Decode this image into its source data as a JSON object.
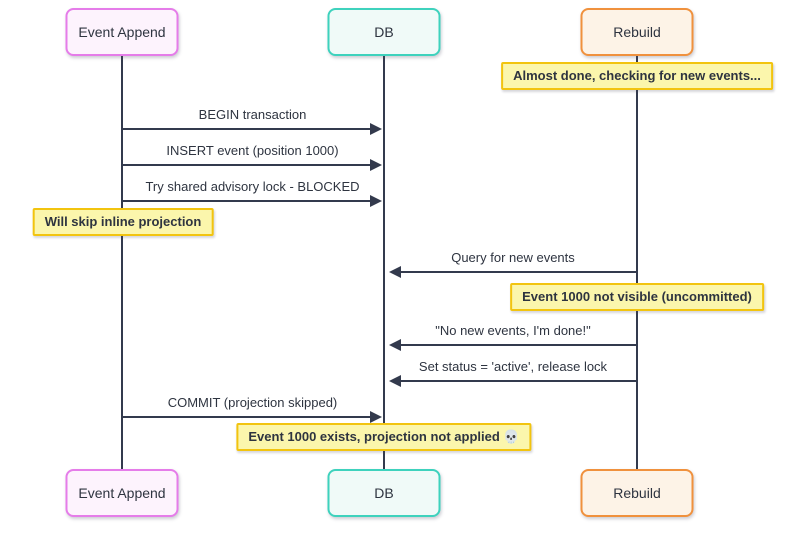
{
  "diagram": {
    "type": "sequence",
    "actors": [
      {
        "name": "Event Append",
        "color_role": "pink"
      },
      {
        "name": "DB",
        "color_role": "teal"
      },
      {
        "name": "Rebuild",
        "color_role": "orange"
      }
    ],
    "messages": [
      {
        "label": "BEGIN transaction",
        "from": "Event Append",
        "to": "DB"
      },
      {
        "label": "INSERT event (position 1000)",
        "from": "Event Append",
        "to": "DB"
      },
      {
        "label": "Try shared advisory lock - BLOCKED",
        "from": "Event Append",
        "to": "DB"
      },
      {
        "label": "Query for new events",
        "from": "Rebuild",
        "to": "DB"
      },
      {
        "label": "\"No new events, I'm done!\"",
        "from": "Rebuild",
        "to": "DB"
      },
      {
        "label": "Set status = 'active', release lock",
        "from": "Rebuild",
        "to": "DB"
      },
      {
        "label": "COMMIT (projection skipped)",
        "from": "Event Append",
        "to": "DB"
      }
    ],
    "notes": [
      {
        "text": "Almost done, checking for new events...",
        "over": "Rebuild"
      },
      {
        "text": "Will skip inline projection",
        "over": "Event Append"
      },
      {
        "text": "Event 1000 not visible (uncommitted)",
        "over": "Rebuild"
      },
      {
        "text": "Event 1000 exists, projection not applied 💀",
        "over": "DB"
      }
    ],
    "colors": {
      "bg": "#ffffff",
      "line": "#333a4d",
      "text": "#2e3440",
      "pink-border": "#e57ce9",
      "pink-fill": "#fdf3fd",
      "teal-border": "#3ed2bd",
      "teal-fill": "#f0faf8",
      "orange-border": "#f0913d",
      "orange-fill": "#fdf3e7",
      "note-border": "#f2c40f",
      "note-fill": "#fbf6ac"
    }
  }
}
